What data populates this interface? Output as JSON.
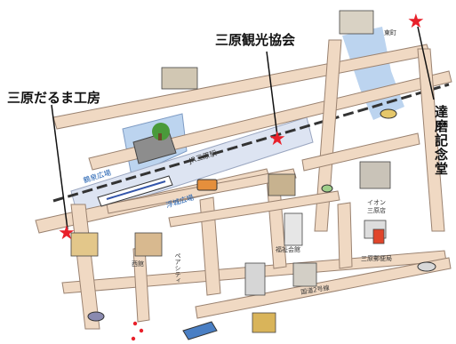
{
  "labels": {
    "kankou_kyoukai": "三原観光協会",
    "daruma_koubou": "三原だるま工房",
    "daruma_kinendou": "達磨記念堂",
    "jr_station": "JR三原駅",
    "tenshu_hiroba": "浮城広場",
    "izumi_hiroba": "鶴泉広場",
    "toumachi": "東町",
    "aeon": "イオン\n三原店",
    "post_office": "三原郵便局",
    "welfare_hall": "福祉会館",
    "nishikan": "西館",
    "pier_city": "ペアシティ",
    "route2": "国道2号線"
  },
  "colors": {
    "road": "#f0d9c3",
    "road_edge": "#9a8270",
    "water": "#bcd4ef",
    "rail_area": "#dde4f2",
    "accent_star": "#e8202a",
    "sign_text": "#1f5fb0"
  },
  "icons": [
    "star-marker",
    "castle-ruins-icon",
    "train-icon",
    "bus-icon",
    "building-icon",
    "car-icon",
    "boat-icon"
  ]
}
